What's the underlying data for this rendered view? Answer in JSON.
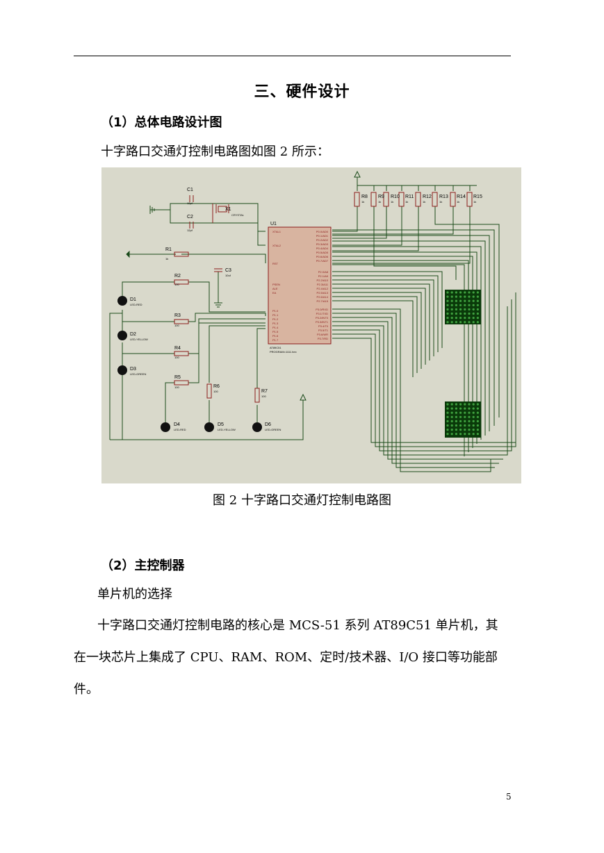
{
  "section_title": "三、硬件设计",
  "sub1": "（1）总体电路设计图",
  "intro": "十字路口交通灯控制电路图如图 2 所示：",
  "figure": {
    "caption": "图 2 十字路口交通灯控制电路图",
    "chip": {
      "ref": "U1",
      "part": "AT89C51",
      "program": "PROGRAM=1111.hex",
      "left_pins": [
        "XTAL1",
        "XTAL2",
        "RST",
        "PSEN",
        "ALE",
        "EA",
        "P1.0",
        "P1.1",
        "P1.2",
        "P1.3",
        "P1.4",
        "P1.5",
        "P1.6",
        "P1.7"
      ],
      "right_pins": [
        "P0.0/AD0",
        "P0.1/AD1",
        "P0.2/AD2",
        "P0.3/AD3",
        "P0.4/AD4",
        "P0.5/AD5",
        "P0.6/AD6",
        "P0.7/AD7",
        "P2.0/A8",
        "P2.1/A9",
        "P2.2/A10",
        "P2.3/A11",
        "P2.4/A12",
        "P2.5/A13",
        "P2.6/A14",
        "P2.7/A15",
        "P3.0/RXD",
        "P3.1/TXD",
        "P3.2/INT0",
        "P3.3/INT1",
        "P3.4/T0",
        "P3.5/T1",
        "P3.6/WR",
        "P3.7/RD"
      ]
    },
    "crystal": {
      "ref": "X1",
      "type": "CRYSTAL"
    },
    "caps": [
      {
        "ref": "C1",
        "value": "12pf"
      },
      {
        "ref": "C2",
        "value": "12pf"
      },
      {
        "ref": "C3",
        "value": "10uf"
      }
    ],
    "resistors_left": [
      {
        "ref": "R1",
        "value": "1k"
      },
      {
        "ref": "R2",
        "value": "100"
      },
      {
        "ref": "R3",
        "value": "100"
      },
      {
        "ref": "R4",
        "value": "100"
      },
      {
        "ref": "R5",
        "value": "100"
      },
      {
        "ref": "R6",
        "value": "100"
      },
      {
        "ref": "R7",
        "value": "100"
      }
    ],
    "resistors_top": [
      {
        "ref": "R8",
        "value": "1k"
      },
      {
        "ref": "R9",
        "value": "1k"
      },
      {
        "ref": "R10",
        "value": "1k"
      },
      {
        "ref": "R11",
        "value": "1k"
      },
      {
        "ref": "R12",
        "value": "1k"
      },
      {
        "ref": "R13",
        "value": "1k"
      },
      {
        "ref": "R14",
        "value": "1k"
      },
      {
        "ref": "R15",
        "value": "1k"
      }
    ],
    "leds": [
      {
        "ref": "D1",
        "type": "LED-RED"
      },
      {
        "ref": "D2",
        "type": "LED-YELLOW"
      },
      {
        "ref": "D3",
        "type": "LED-GREEN"
      },
      {
        "ref": "D4",
        "type": "LED-RED"
      },
      {
        "ref": "D5",
        "type": "LED-YELLOW"
      },
      {
        "ref": "D6",
        "type": "LED-GREEN"
      }
    ]
  },
  "sub2": "（2）主控制器",
  "para1": "单片机的选择",
  "para2_line1": "十字路口交通灯控制电路的核心是 MCS-51 系列 AT89C51 单片机，其",
  "para2_line2": "在一块芯片上集成了 CPU、RAM、ROM、定时/技术器、I/O 接口等功能部",
  "para2_line3": "件。",
  "page_number": "5",
  "colors": {
    "schematic_bg": "#d9d9cb",
    "wire": "#1a4a1a",
    "component": "#8b1a1a",
    "matrix": "#0a3a0a"
  }
}
